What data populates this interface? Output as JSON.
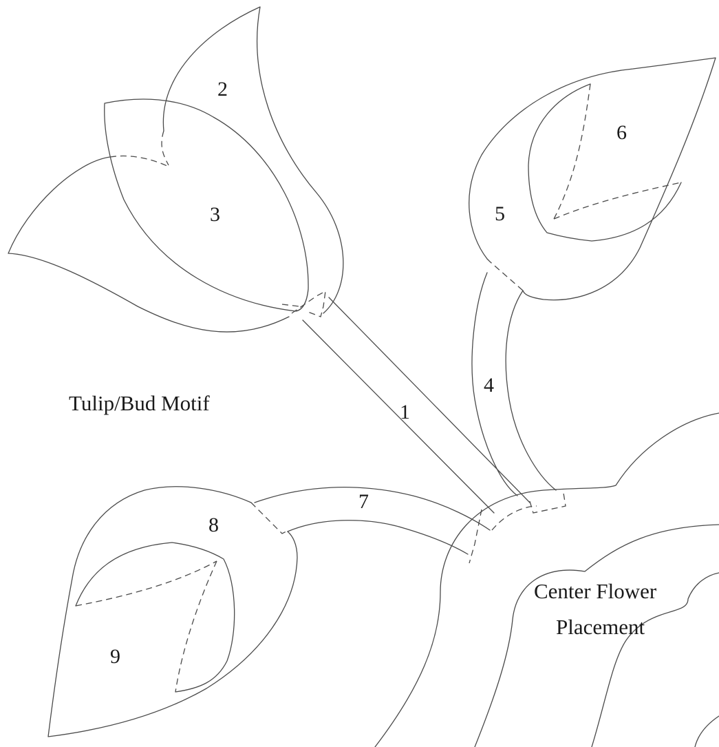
{
  "piece_numbers": {
    "p1": "1",
    "p2": "2",
    "p3": "3",
    "p4": "4",
    "p5": "5",
    "p6": "6",
    "p7": "7",
    "p8": "8",
    "p9": "9"
  },
  "labels": {
    "motif": "Tulip/Bud Motif",
    "center_line1": "Center Flower",
    "center_line2": "Placement"
  },
  "colors": {
    "line": "#4a4a4a",
    "text": "#1a1a1a",
    "background": "#ffffff"
  }
}
